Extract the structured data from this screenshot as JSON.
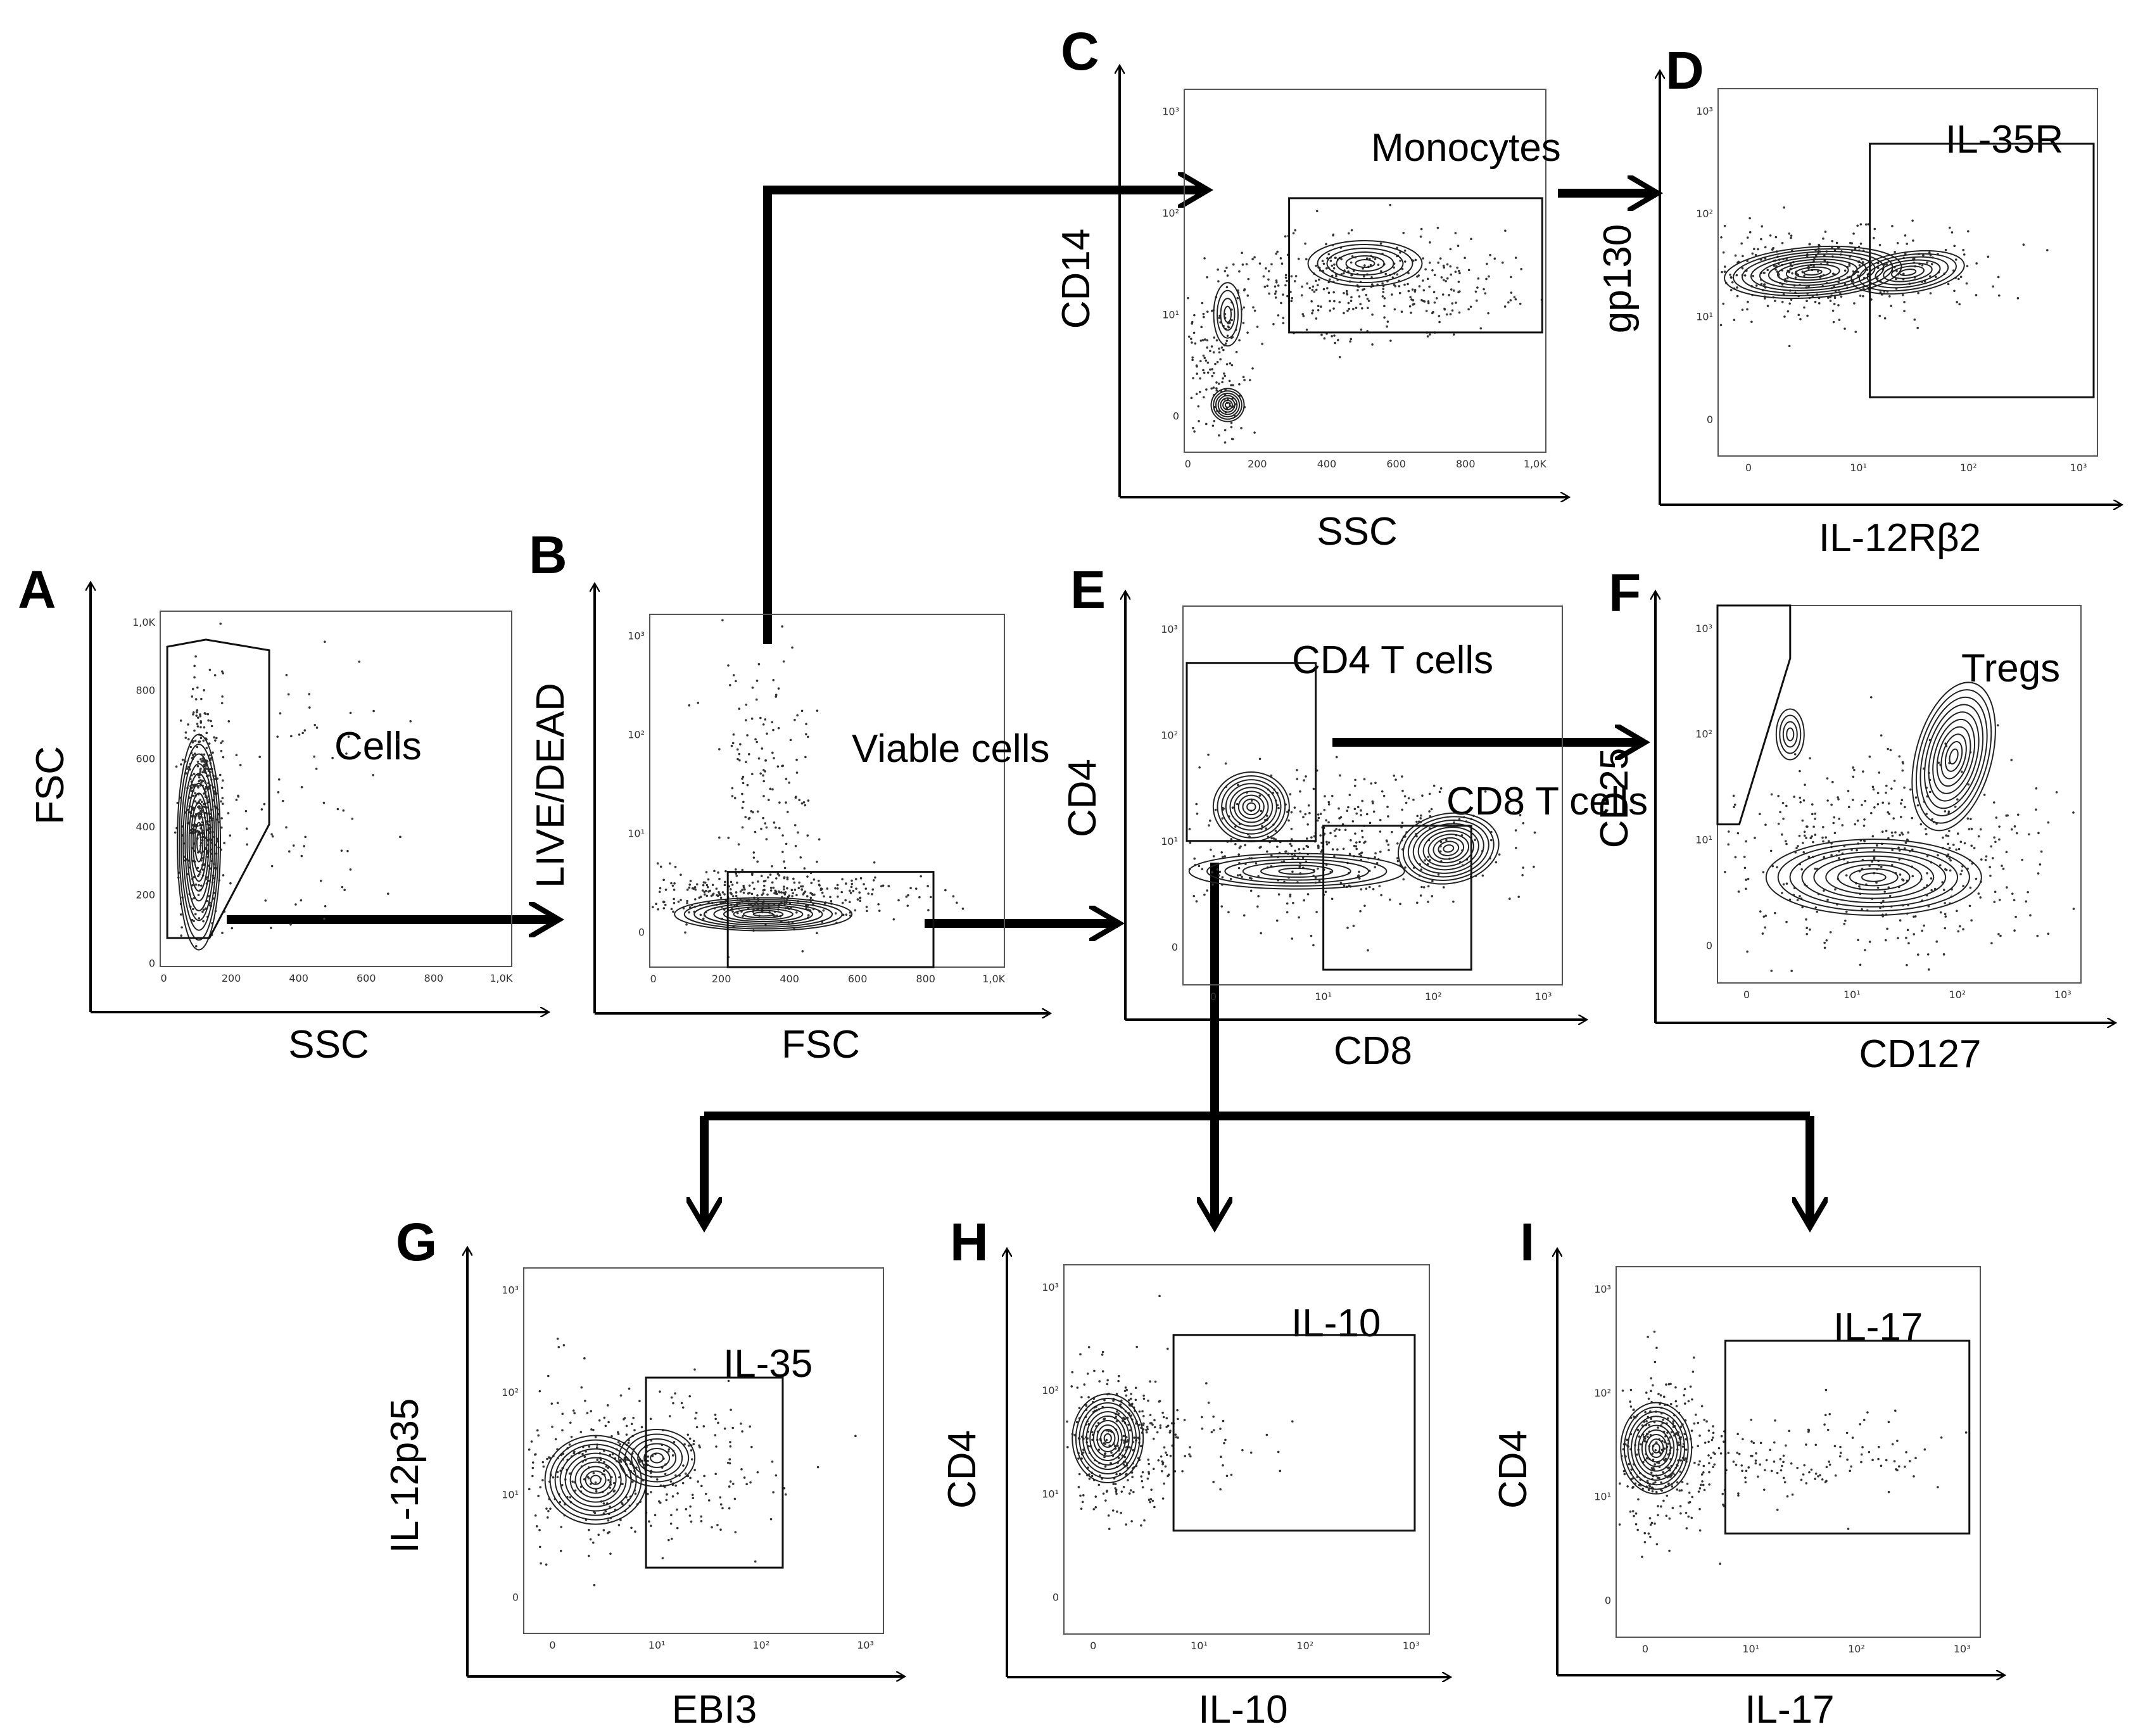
{
  "panels": [
    {
      "id": "A",
      "letter": "A",
      "xlabel": "SSC",
      "ylabel": "FSC",
      "gate_label": "Cells",
      "xticks": [
        "0",
        "200",
        "400",
        "600",
        "800",
        "1,0K"
      ],
      "yticks": [
        "0",
        "200",
        "400",
        "600",
        "800",
        "1,0K"
      ]
    },
    {
      "id": "B",
      "letter": "B",
      "xlabel": "FSC",
      "ylabel": "LIVE/DEAD",
      "gate_label": "Viable cells",
      "xticks": [
        "0",
        "200",
        "400",
        "600",
        "800",
        "1,0K"
      ],
      "yticks": [
        "0",
        "10¹",
        "10²",
        "10³"
      ]
    },
    {
      "id": "C",
      "letter": "C",
      "xlabel": "SSC",
      "ylabel": "CD14",
      "gate_label": "Monocytes",
      "xticks": [
        "0",
        "200",
        "400",
        "600",
        "800",
        "1,0K"
      ],
      "yticks": [
        "0",
        "10¹",
        "10²",
        "10³"
      ]
    },
    {
      "id": "D",
      "letter": "D",
      "xlabel": "IL-12Rβ2",
      "ylabel": "gp130",
      "gate_label": "IL-35R",
      "xticks": [
        "0",
        "10¹",
        "10²",
        "10³"
      ],
      "yticks": [
        "0",
        "10¹",
        "10²",
        "10³"
      ]
    },
    {
      "id": "E",
      "letter": "E",
      "xlabel": "CD8",
      "ylabel": "CD4",
      "gate_label": "CD4 T cells",
      "gate_label_2": "CD8 T cells",
      "xticks": [
        "0",
        "10¹",
        "10²",
        "10³"
      ],
      "yticks": [
        "0",
        "10¹",
        "10²",
        "10³"
      ]
    },
    {
      "id": "F",
      "letter": "F",
      "xlabel": "CD127",
      "ylabel": "CD25",
      "gate_label": "Tregs",
      "xticks": [
        "0",
        "10¹",
        "10²",
        "10³"
      ],
      "yticks": [
        "0",
        "10¹",
        "10²",
        "10³"
      ]
    },
    {
      "id": "G",
      "letter": "G",
      "xlabel": "EBI3",
      "ylabel": "IL-12p35",
      "gate_label": "IL-35",
      "xticks": [
        "0",
        "10¹",
        "10²",
        "10³"
      ],
      "yticks": [
        "0",
        "10¹",
        "10²",
        "10³"
      ]
    },
    {
      "id": "H",
      "letter": "H",
      "xlabel": "IL-10",
      "ylabel": "CD4",
      "gate_label": "IL-10",
      "xticks": [
        "0",
        "10¹",
        "10²",
        "10³"
      ],
      "yticks": [
        "0",
        "10¹",
        "10²",
        "10³"
      ]
    },
    {
      "id": "I",
      "letter": "I",
      "xlabel": "IL-17",
      "ylabel": "CD4",
      "gate_label": "IL-17",
      "xticks": [
        "0",
        "10¹",
        "10²",
        "10³"
      ],
      "yticks": [
        "0",
        "10¹",
        "10²",
        "10³"
      ]
    }
  ],
  "colors": {
    "ink": "#000000",
    "frame": "#555555",
    "background": "#ffffff"
  }
}
